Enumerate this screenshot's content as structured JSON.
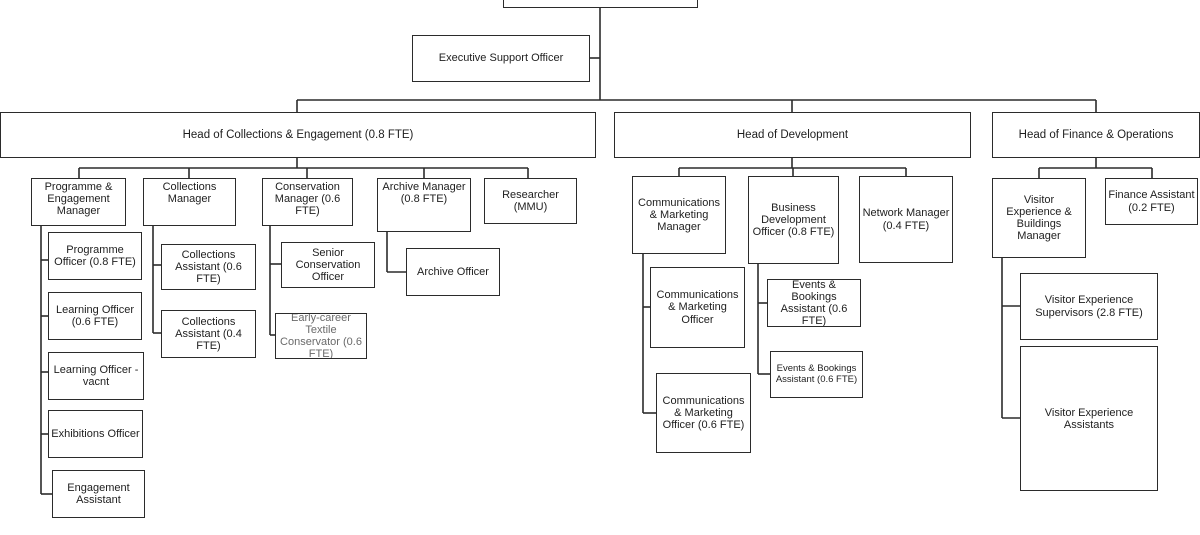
{
  "chart": {
    "top_box": "",
    "executive_support": "Executive Support Officer",
    "head_collections": "Head of Collections & Engagement (0.8 FTE)",
    "head_development": "Head of Development",
    "head_finance": "Head of Finance & Operations",
    "programme_manager": "Programme & Engagement Manager",
    "collections_manager": "Collections Manager",
    "conservation_manager": "Conservation Manager (0.6 FTE)",
    "archive_manager": "Archive Manager (0.8 FTE)",
    "researcher": "Researcher (MMU)",
    "programme_officer": "Programme Officer (0.8 FTE)",
    "learning_officer": "Learning Officer (0.6 FTE)",
    "learning_officer_vacant": "Learning Officer - vacnt",
    "exhibitions_officer": "Exhibitions Officer",
    "engagement_assistant": "Engagement Assistant",
    "collections_assistant_1": "Collections Assistant (0.6 FTE)",
    "collections_assistant_2": "Collections Assistant (0.4 FTE)",
    "senior_conservation": "Senior Conservation Officer",
    "textile_conservator": "Early-career Textile Conservator (0.6 FTE)",
    "archive_officer": "Archive Officer",
    "comms_manager": "Communications & Marketing Manager",
    "business_dev_officer": "Business Development Officer (0.8 FTE)",
    "network_manager": "Network Manager (0.4 FTE)",
    "comms_officer": "Communications & Marketing Officer",
    "comms_officer_part": "Communications & Marketing Officer (0.6 FTE)",
    "events_assistant_1": "Events & Bookings Assistant (0.6 FTE)",
    "events_assistant_2": "Events & Bookings Assistant (0.6 FTE)",
    "visitor_buildings_manager": "Visitor Experience & Buildings Manager",
    "finance_assistant": "Finance Assistant (0.2 FTE)",
    "visitor_supervisors": "Visitor Experience Supervisors (2.8 FTE)",
    "visitor_assistants": "Visitor Experience Assistants"
  }
}
